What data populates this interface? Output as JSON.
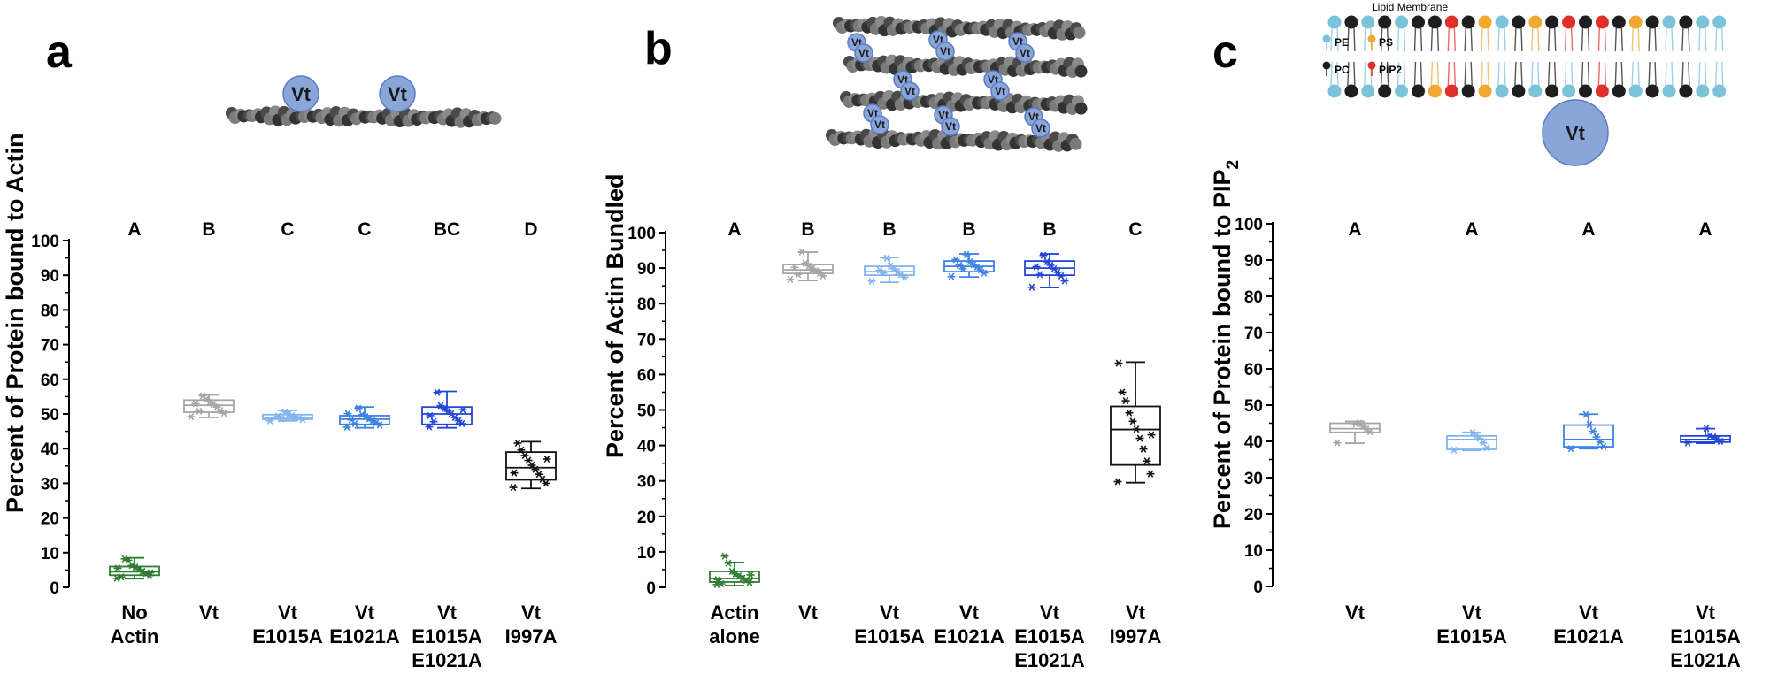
{
  "panels": [
    {
      "letter": "a",
      "ylabel": "Percent of Protein bound to Actin",
      "ylim": [
        0,
        100
      ],
      "yticks": [
        "0",
        "10",
        "20",
        "30",
        "40",
        "50",
        "60",
        "70",
        "80",
        "90",
        "100"
      ]
    },
    {
      "letter": "b",
      "ylabel": "Percent of Actin Bundled",
      "ylim": [
        0,
        100
      ],
      "yticks": [
        "0",
        "10",
        "20",
        "30",
        "40",
        "50",
        "60",
        "70",
        "80",
        "90",
        "100"
      ]
    },
    {
      "letter": "c",
      "ylabel": "Percent of Protein bound to PIP",
      "ylabel_sub": "2",
      "ylim": [
        0,
        100
      ],
      "yticks": [
        "0",
        "10",
        "20",
        "30",
        "40",
        "50",
        "60",
        "70",
        "80",
        "90",
        "100"
      ]
    }
  ],
  "schematic": {
    "vt_label": "Vt",
    "membrane_title": "Lipid Membrane",
    "legend": [
      {
        "label": "PE",
        "color": "#7cc3d9"
      },
      {
        "label": "PS",
        "color": "#f0a830"
      },
      {
        "label": "PC",
        "color": "#1e1e1e"
      },
      {
        "label": "PIP2",
        "color": "#e0302a"
      }
    ]
  },
  "colors": {
    "green": "#2e7d32",
    "grey": "#a6a6a6",
    "lightblue": "#82b4ee",
    "midblue": "#3e82e4",
    "blue": "#2346d6",
    "black": "#111111",
    "vt_fill": "#8aa5d8",
    "vt_stroke": "#5b7cc4"
  },
  "chart_data": [
    {
      "type": "box",
      "panel": "a",
      "ylabel": "Percent of Protein bound to Actin",
      "ylim": [
        0,
        100
      ],
      "categories": [
        [
          "No",
          "Actin"
        ],
        [
          "Vt"
        ],
        [
          "Vt",
          "E1015A"
        ],
        [
          "Vt",
          "E1021A"
        ],
        [
          "Vt",
          "E1015A",
          "E1021A"
        ],
        [
          "Vt",
          "I997A"
        ]
      ],
      "significance": [
        "A",
        "B",
        "C",
        "C",
        "BC",
        "D"
      ],
      "series": [
        {
          "color": "green",
          "whisker_low": 2.5,
          "q1": 3.5,
          "median": 4.5,
          "q3": 6,
          "whisker_high": 8.5,
          "points": [
            2.6,
            3.4,
            4.0,
            4.6,
            5.2,
            5.8,
            6.3,
            7.8,
            8.2,
            3.0,
            5.5,
            4.2
          ]
        },
        {
          "color": "grey",
          "whisker_low": 49,
          "q1": 50.5,
          "median": 52.5,
          "q3": 54,
          "whisker_high": 55.5,
          "points": [
            49.2,
            50.2,
            51.0,
            52.0,
            52.8,
            53.5,
            54.2,
            55.2,
            50.8,
            53.0
          ]
        },
        {
          "color": "lightblue",
          "whisker_low": 48,
          "q1": 48.5,
          "median": 49,
          "q3": 49.8,
          "whisker_high": 51,
          "points": [
            48.0,
            48.4,
            48.8,
            49.1,
            49.5,
            49.9,
            50.6,
            48.6,
            49.3
          ]
        },
        {
          "color": "midblue",
          "whisker_low": 46,
          "q1": 47,
          "median": 48.5,
          "q3": 49.5,
          "whisker_high": 52,
          "points": [
            46.2,
            46.8,
            47.4,
            48.0,
            48.6,
            49.2,
            49.8,
            51.6,
            47.2,
            48.3,
            50.1
          ]
        },
        {
          "color": "blue",
          "whisker_low": 46,
          "q1": 47,
          "median": 50,
          "q3": 52,
          "whisker_high": 56.5,
          "points": [
            46.3,
            47.2,
            48.1,
            49.0,
            50.0,
            50.8,
            51.6,
            52.4,
            56.2,
            47.8,
            49.5,
            51.2
          ]
        },
        {
          "color": "black",
          "whisker_low": 28.5,
          "q1": 31,
          "median": 34.5,
          "q3": 39,
          "whisker_high": 42,
          "points": [
            28.8,
            30.0,
            31.2,
            32.6,
            34.0,
            35.2,
            36.6,
            38.0,
            39.6,
            41.6,
            33.0,
            37.0
          ]
        }
      ]
    },
    {
      "type": "box",
      "panel": "b",
      "ylabel": "Percent of Actin Bundled",
      "ylim": [
        0,
        100
      ],
      "categories": [
        [
          "Actin",
          "alone"
        ],
        [
          "Vt"
        ],
        [
          "Vt",
          "E1015A"
        ],
        [
          "Vt",
          "E1021A"
        ],
        [
          "Vt",
          "E1015A",
          "E1021A"
        ],
        [
          "Vt",
          "I997A"
        ]
      ],
      "significance": [
        "A",
        "B",
        "B",
        "B",
        "B",
        "C"
      ],
      "series": [
        {
          "color": "green",
          "whisker_low": 0.5,
          "q1": 1.5,
          "median": 2.5,
          "q3": 4.5,
          "whisker_high": 7,
          "points": [
            0.8,
            1.4,
            2.0,
            2.6,
            3.2,
            3.8,
            4.5,
            6.8,
            8.8,
            1.0,
            2.2,
            3.5
          ]
        },
        {
          "color": "grey",
          "whisker_low": 86.5,
          "q1": 88.5,
          "median": 89.5,
          "q3": 91,
          "whisker_high": 94.5,
          "points": [
            86.8,
            87.8,
            88.6,
            89.2,
            89.9,
            90.6,
            91.4,
            94.6,
            88.2,
            90.2
          ]
        },
        {
          "color": "lightblue",
          "whisker_low": 86,
          "q1": 88,
          "median": 89,
          "q3": 90.5,
          "whisker_high": 93,
          "points": [
            86.3,
            87.4,
            88.2,
            89.0,
            89.8,
            90.6,
            92.8,
            88.6,
            89.4
          ]
        },
        {
          "color": "midblue",
          "whisker_low": 87.5,
          "q1": 89,
          "median": 90.5,
          "q3": 92,
          "whisker_high": 94,
          "points": [
            87.6,
            88.6,
            89.5,
            90.3,
            91.0,
            91.8,
            93.8,
            89.8,
            90.8,
            92.4
          ]
        },
        {
          "color": "blue",
          "whisker_low": 84.5,
          "q1": 88,
          "median": 90,
          "q3": 92,
          "whisker_high": 94,
          "points": [
            84.6,
            86.4,
            87.8,
            88.8,
            89.8,
            90.8,
            91.8,
            93.6,
            88.2,
            90.4
          ]
        },
        {
          "color": "black",
          "whisker_low": 29.5,
          "q1": 34.5,
          "median": 44.5,
          "q3": 51,
          "whisker_high": 63.5,
          "points": [
            29.8,
            32.0,
            35.6,
            39.0,
            42.0,
            44.6,
            46.8,
            49.2,
            52.6,
            55.0,
            63.2,
            43.0
          ]
        }
      ]
    },
    {
      "type": "box",
      "panel": "c",
      "ylabel": "Percent of Protein bound to PIP2",
      "ylim": [
        0,
        100
      ],
      "categories": [
        [
          "Vt"
        ],
        [
          "Vt",
          "E1015A"
        ],
        [
          "Vt",
          "E1021A"
        ],
        [
          "Vt",
          "E1015A",
          "E1021A"
        ]
      ],
      "significance": [
        "A",
        "A",
        "A",
        "A"
      ],
      "series": [
        {
          "color": "grey",
          "whisker_low": 39.5,
          "q1": 42.5,
          "median": 43.5,
          "q3": 45,
          "whisker_high": 45.5,
          "points": [
            39.6,
            42.6,
            43.4,
            44.2,
            45.0,
            44.8
          ]
        },
        {
          "color": "lightblue",
          "whisker_low": 37.5,
          "q1": 37.8,
          "median": 40.5,
          "q3": 41.5,
          "whisker_high": 42.5,
          "points": [
            37.6,
            38.2,
            39.6,
            40.8,
            41.6,
            42.4
          ]
        },
        {
          "color": "midblue",
          "whisker_low": 38,
          "q1": 38.5,
          "median": 40.5,
          "q3": 44.5,
          "whisker_high": 47.5,
          "points": [
            38.0,
            38.6,
            39.8,
            41.2,
            42.8,
            44.6,
            47.4
          ]
        },
        {
          "color": "blue",
          "whisker_low": 39.5,
          "q1": 39.8,
          "median": 40.5,
          "q3": 41.5,
          "whisker_high": 43.5,
          "points": [
            39.6,
            40.0,
            40.6,
            41.2,
            41.6,
            43.6
          ]
        }
      ]
    }
  ]
}
